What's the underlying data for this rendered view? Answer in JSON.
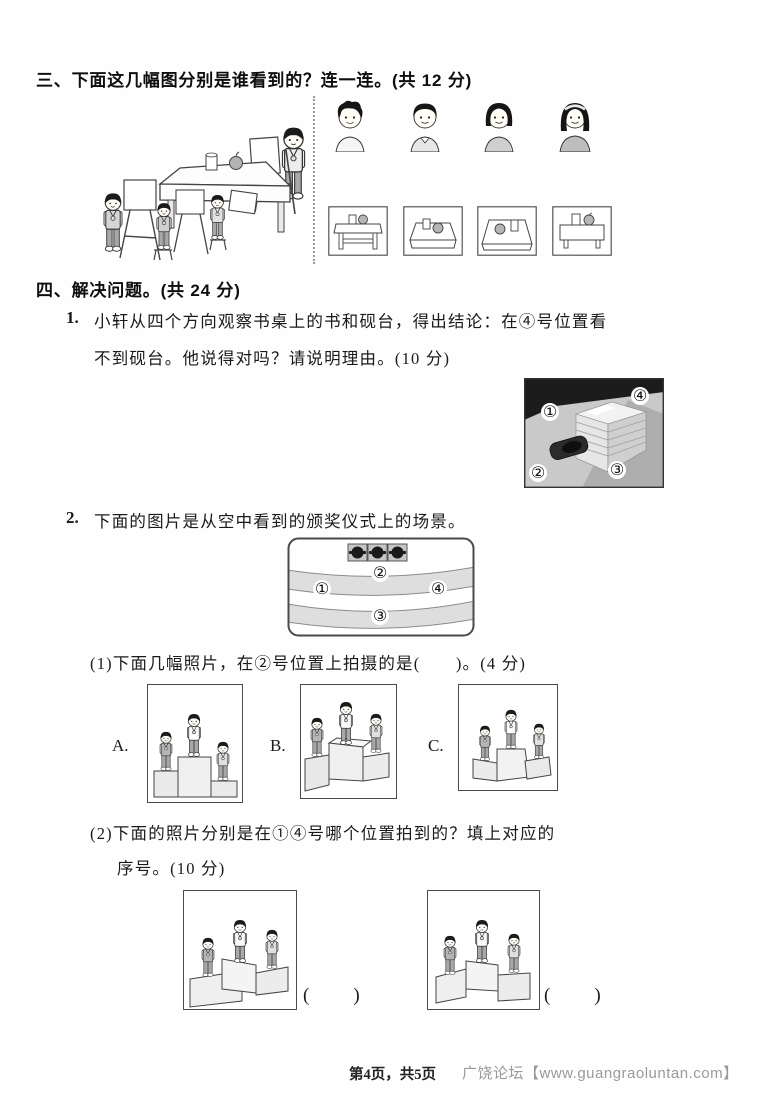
{
  "doc": {
    "section3": {
      "heading": "三、下面这几幅图分别是谁看到的？连一连。(共 12 分)"
    },
    "section4": {
      "heading": "四、解决问题。(共 24 分)",
      "q1": {
        "num": "1.",
        "line1": "小轩从四个方向观察书桌上的书和砚台，得出结论：在④号位置看",
        "line2": "不到砚台。他说得对吗？请说明理由。(10 分)",
        "photo_labels": {
          "pos1": "①",
          "pos2": "②",
          "pos3": "③",
          "pos4": "④"
        }
      },
      "q2": {
        "num": "2.",
        "intro": "下面的图片是从空中看到的颁奖仪式上的场景。",
        "diagram_labels": {
          "pos1": "①",
          "pos2": "②",
          "pos3": "③",
          "pos4": "④"
        },
        "sub1": "(1)下面几幅照片，在②号位置上拍摄的是(　　)。(4 分)",
        "optionA": "A.",
        "optionB": "B.",
        "optionC": "C.",
        "sub2_line1": "(2)下面的照片分别是在①④号哪个位置拍到的？填上对应的",
        "sub2_line2": "序号。(10 分)",
        "blank_left": "(　　)",
        "blank_right": "(　　)"
      }
    },
    "footer": {
      "page_info": "第4页，共5页",
      "site": "广饶论坛【www.guangraoluntan.com】"
    }
  }
}
